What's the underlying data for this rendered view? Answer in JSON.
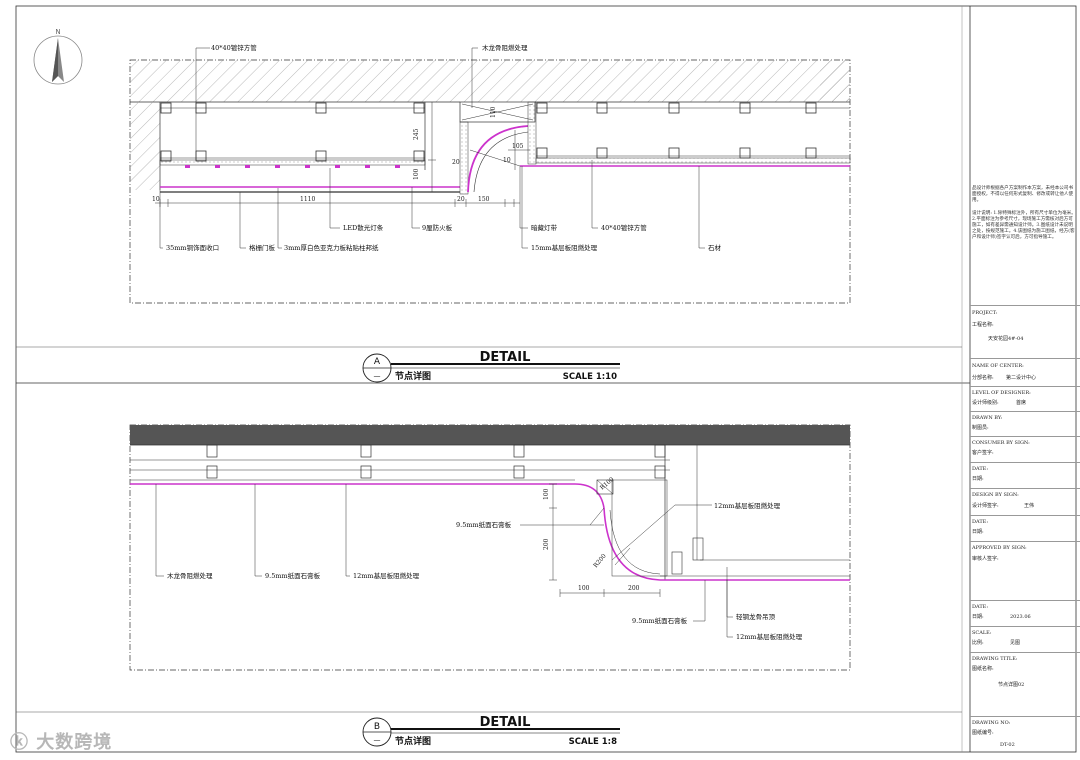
{
  "detail_a": {
    "circle_id": "A",
    "circle_sub": "—",
    "title": "DETAIL",
    "subtitle": "节点详图",
    "scale": "SCALE 1:10",
    "labels": {
      "top_pipe": "40*40镀锌方管",
      "top_keel": "木龙骨阻燃处理",
      "trim": "35mm铜饰面收口",
      "grille": "格栅门板",
      "acrylic": "3mm厚白色亚克力板粘贴柱邦纸",
      "led": "LED散光灯条",
      "fireboard": "9厘防火板",
      "hidden_light": "暗藏灯带",
      "base_board": "15mm基层板阻燃处理",
      "pipe2": "40*40镀锌方管",
      "stone": "石材"
    },
    "dims": {
      "d245": "245",
      "d100": "100",
      "d1110": "1110",
      "d150": "150",
      "d105": "105",
      "d110": "110",
      "d20": "20",
      "d10a": "10",
      "d10b": "10",
      "d20b": "20"
    }
  },
  "detail_b": {
    "circle_id": "B",
    "circle_sub": "—",
    "title": "DETAIL",
    "subtitle": "节点详图",
    "scale": "SCALE 1:8",
    "labels": {
      "wood_keel": "木龙骨阻燃处理",
      "gypsum1": "9.5mm纸面石膏板",
      "base1": "12mm基层板阻燃处理",
      "gypsum2": "9.5mm纸面石膏板",
      "base_right": "12mm基层板阻燃处理",
      "gypsum3": "9.5mm纸面石膏板",
      "steel_keel": "轻钢龙骨吊顶",
      "base2": "12mm基层板阻燃处理"
    },
    "dims": {
      "d100v": "100",
      "d200v": "200",
      "d100h": "100",
      "d200h": "200",
      "r100": "R100",
      "r200": "R200"
    }
  },
  "north": {
    "letter": "N"
  },
  "title_block": {
    "notes_head": "品设计师根据各户方案制作本方案，未经本公司书面授权，不得以任何形式复制、修改或转让他人使用。",
    "notes": "设计说明: 1.除特殊标注外，所有尺寸单位为毫米。2.平面标注为参考尺寸，现场施工方需核对后方可施工，如有差异需通知设计师。3.图纸设计未说明之处，按规范施工。4.该图纸为施工图纸，经方(客户和设计师)签字认可后，方可指导施工。",
    "project_label": "PROJECT:",
    "project_cn": "工程名称:",
    "project_value": "天安花园4#-04",
    "center_label": "NAME OF CENTER:",
    "center_cn": "分部名称:",
    "center_value": "第二设计中心",
    "level_label": "LEVEL OF DESIGNER:",
    "level_cn": "设计师级别:",
    "level_value": "首席",
    "drawn_label": "DRAWN BY:",
    "drawn_cn": "制图员:",
    "consumer_label": "CONSUMER BY SIGN:",
    "consumer_cn": "客户签字:",
    "date1_label": "DATE:",
    "date1_cn": "日期:",
    "design_label": "DESIGN BY SIGN:",
    "design_cn": "设计师签字:",
    "design_value": "王伟",
    "date2_label": "DATE:",
    "date2_cn": "日期:",
    "approved_label": "APPROVED BY SIGN:",
    "approved_cn": "审核人签字:",
    "date3_label": "DATE:",
    "date3_cn": "日期:",
    "date3_value": "2023.06",
    "scale_label": "SCALE:",
    "scale_cn": "比例:",
    "scale_value": "见图",
    "title_label": "DRAWING TITLE:",
    "title_cn": "图纸名称:",
    "title_value": "节点详图02",
    "no_label": "DRAWING NO:",
    "no_cn": "图纸编号:",
    "no_value": "DT-02"
  },
  "watermark": "大数跨境",
  "colors": {
    "line": "#1a1a1a",
    "accent": "#cc33cc",
    "hatch": "#9a9a9a",
    "dark_band": "#555555"
  }
}
